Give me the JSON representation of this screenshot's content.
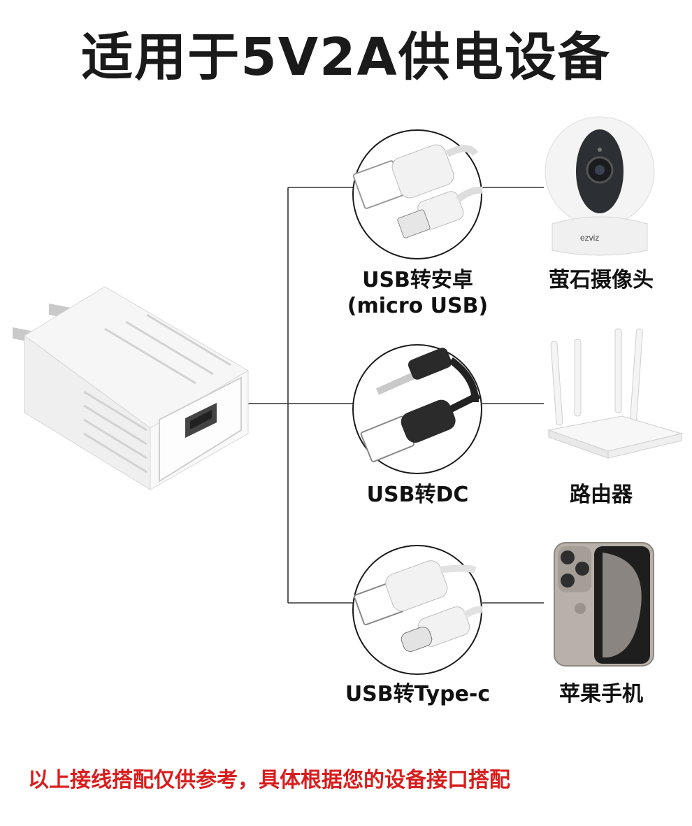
{
  "title": "适用于5V2A供电设备",
  "rows": [
    {
      "cable_line1": "USB转安卓",
      "cable_line2": "(micro USB)",
      "device": "萤石摄像头",
      "device_brand": "ezviz"
    },
    {
      "cable_line1": "USB转DC",
      "device": "路由器"
    },
    {
      "cable_line1": "USB转Type-c",
      "device": "苹果手机"
    }
  ],
  "note": "以上接线搭配仅供参考，具体根据您的设备接口搭配",
  "colors": {
    "note": "#d81e1e",
    "line": "#333333",
    "circle_stroke": "#1a1a1a"
  },
  "icons": [
    "power-adapter-icon",
    "micro-usb-cable-icon",
    "dc-cable-icon",
    "type-c-cable-icon",
    "camera-icon",
    "router-icon",
    "phone-icon"
  ]
}
